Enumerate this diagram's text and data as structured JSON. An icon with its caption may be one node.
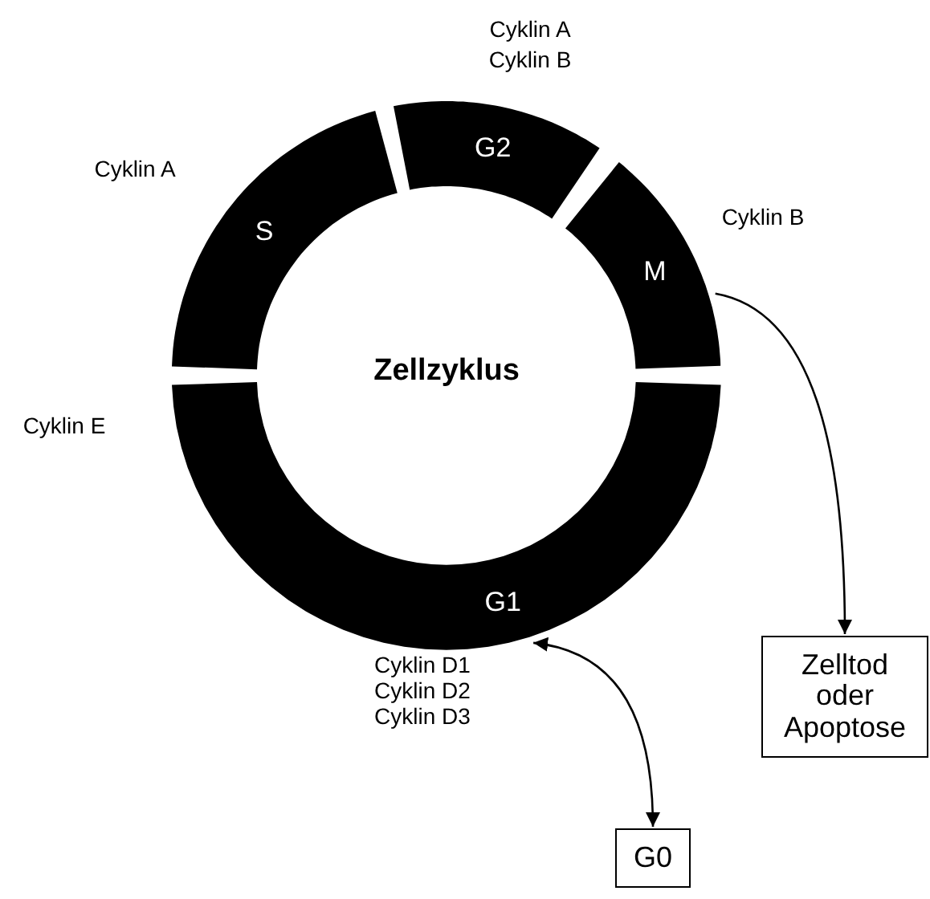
{
  "diagram": {
    "nodes": [
      {
        "text": [
          "G2"
        ],
        "beside": [
          "Cyklin A",
          "Cyklin B"
        ]
      },
      {
        "text": [
          "S"
        ],
        "beside": [
          "Cyklin A"
        ]
      },
      {
        "text": [
          "M"
        ],
        "beside": [
          "Cyklin B"
        ]
      },
      {
        "text": [
          "G1"
        ],
        "beside": [
          "Cyklin D1",
          "Cyklin D2",
          "Cyklin D3"
        ]
      },
      {
        "text": [
          "Zelltod oder Apoptose"
        ]
      },
      {
        "text": [
          "G0"
        ]
      }
    ],
    "edges": [
      {
        "from": 2,
        "to": 4,
        "arrow": "to"
      },
      {
        "from": 3,
        "to": 5,
        "arrow": "both"
      }
    ],
    "labels": [
      "Zellzyklus",
      "Cyklin E"
    ]
  }
}
